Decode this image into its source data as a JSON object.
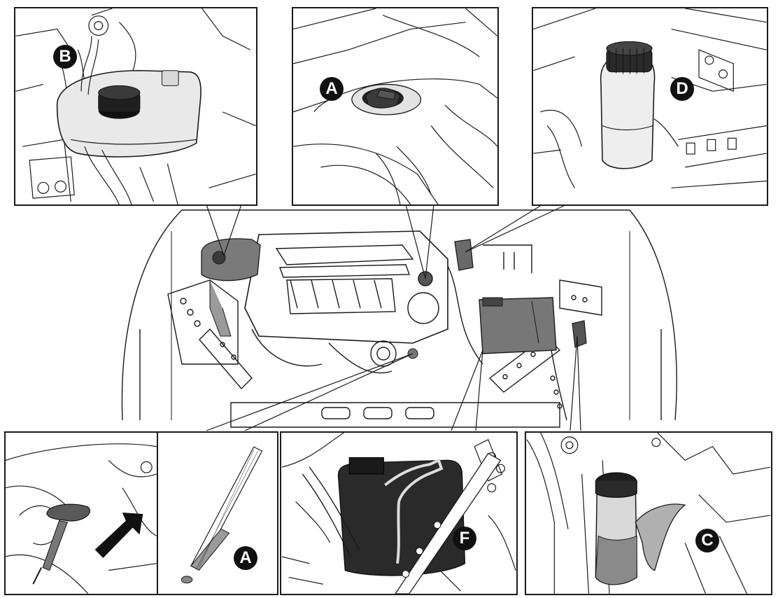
{
  "callouts": {
    "coolant_reservoir": "B",
    "engine_oil_filler": "A",
    "brake_fluid_reservoir": "D",
    "dipstick": "A",
    "battery": "F",
    "washer_fluid_reservoir": "C"
  },
  "colors": {
    "line": "#1a1a1a",
    "badge_fill": "#111111",
    "badge_text": "#ffffff",
    "component_shade": "#6f6f6f",
    "component_dark": "#2a2a2a",
    "background": "#ffffff"
  }
}
